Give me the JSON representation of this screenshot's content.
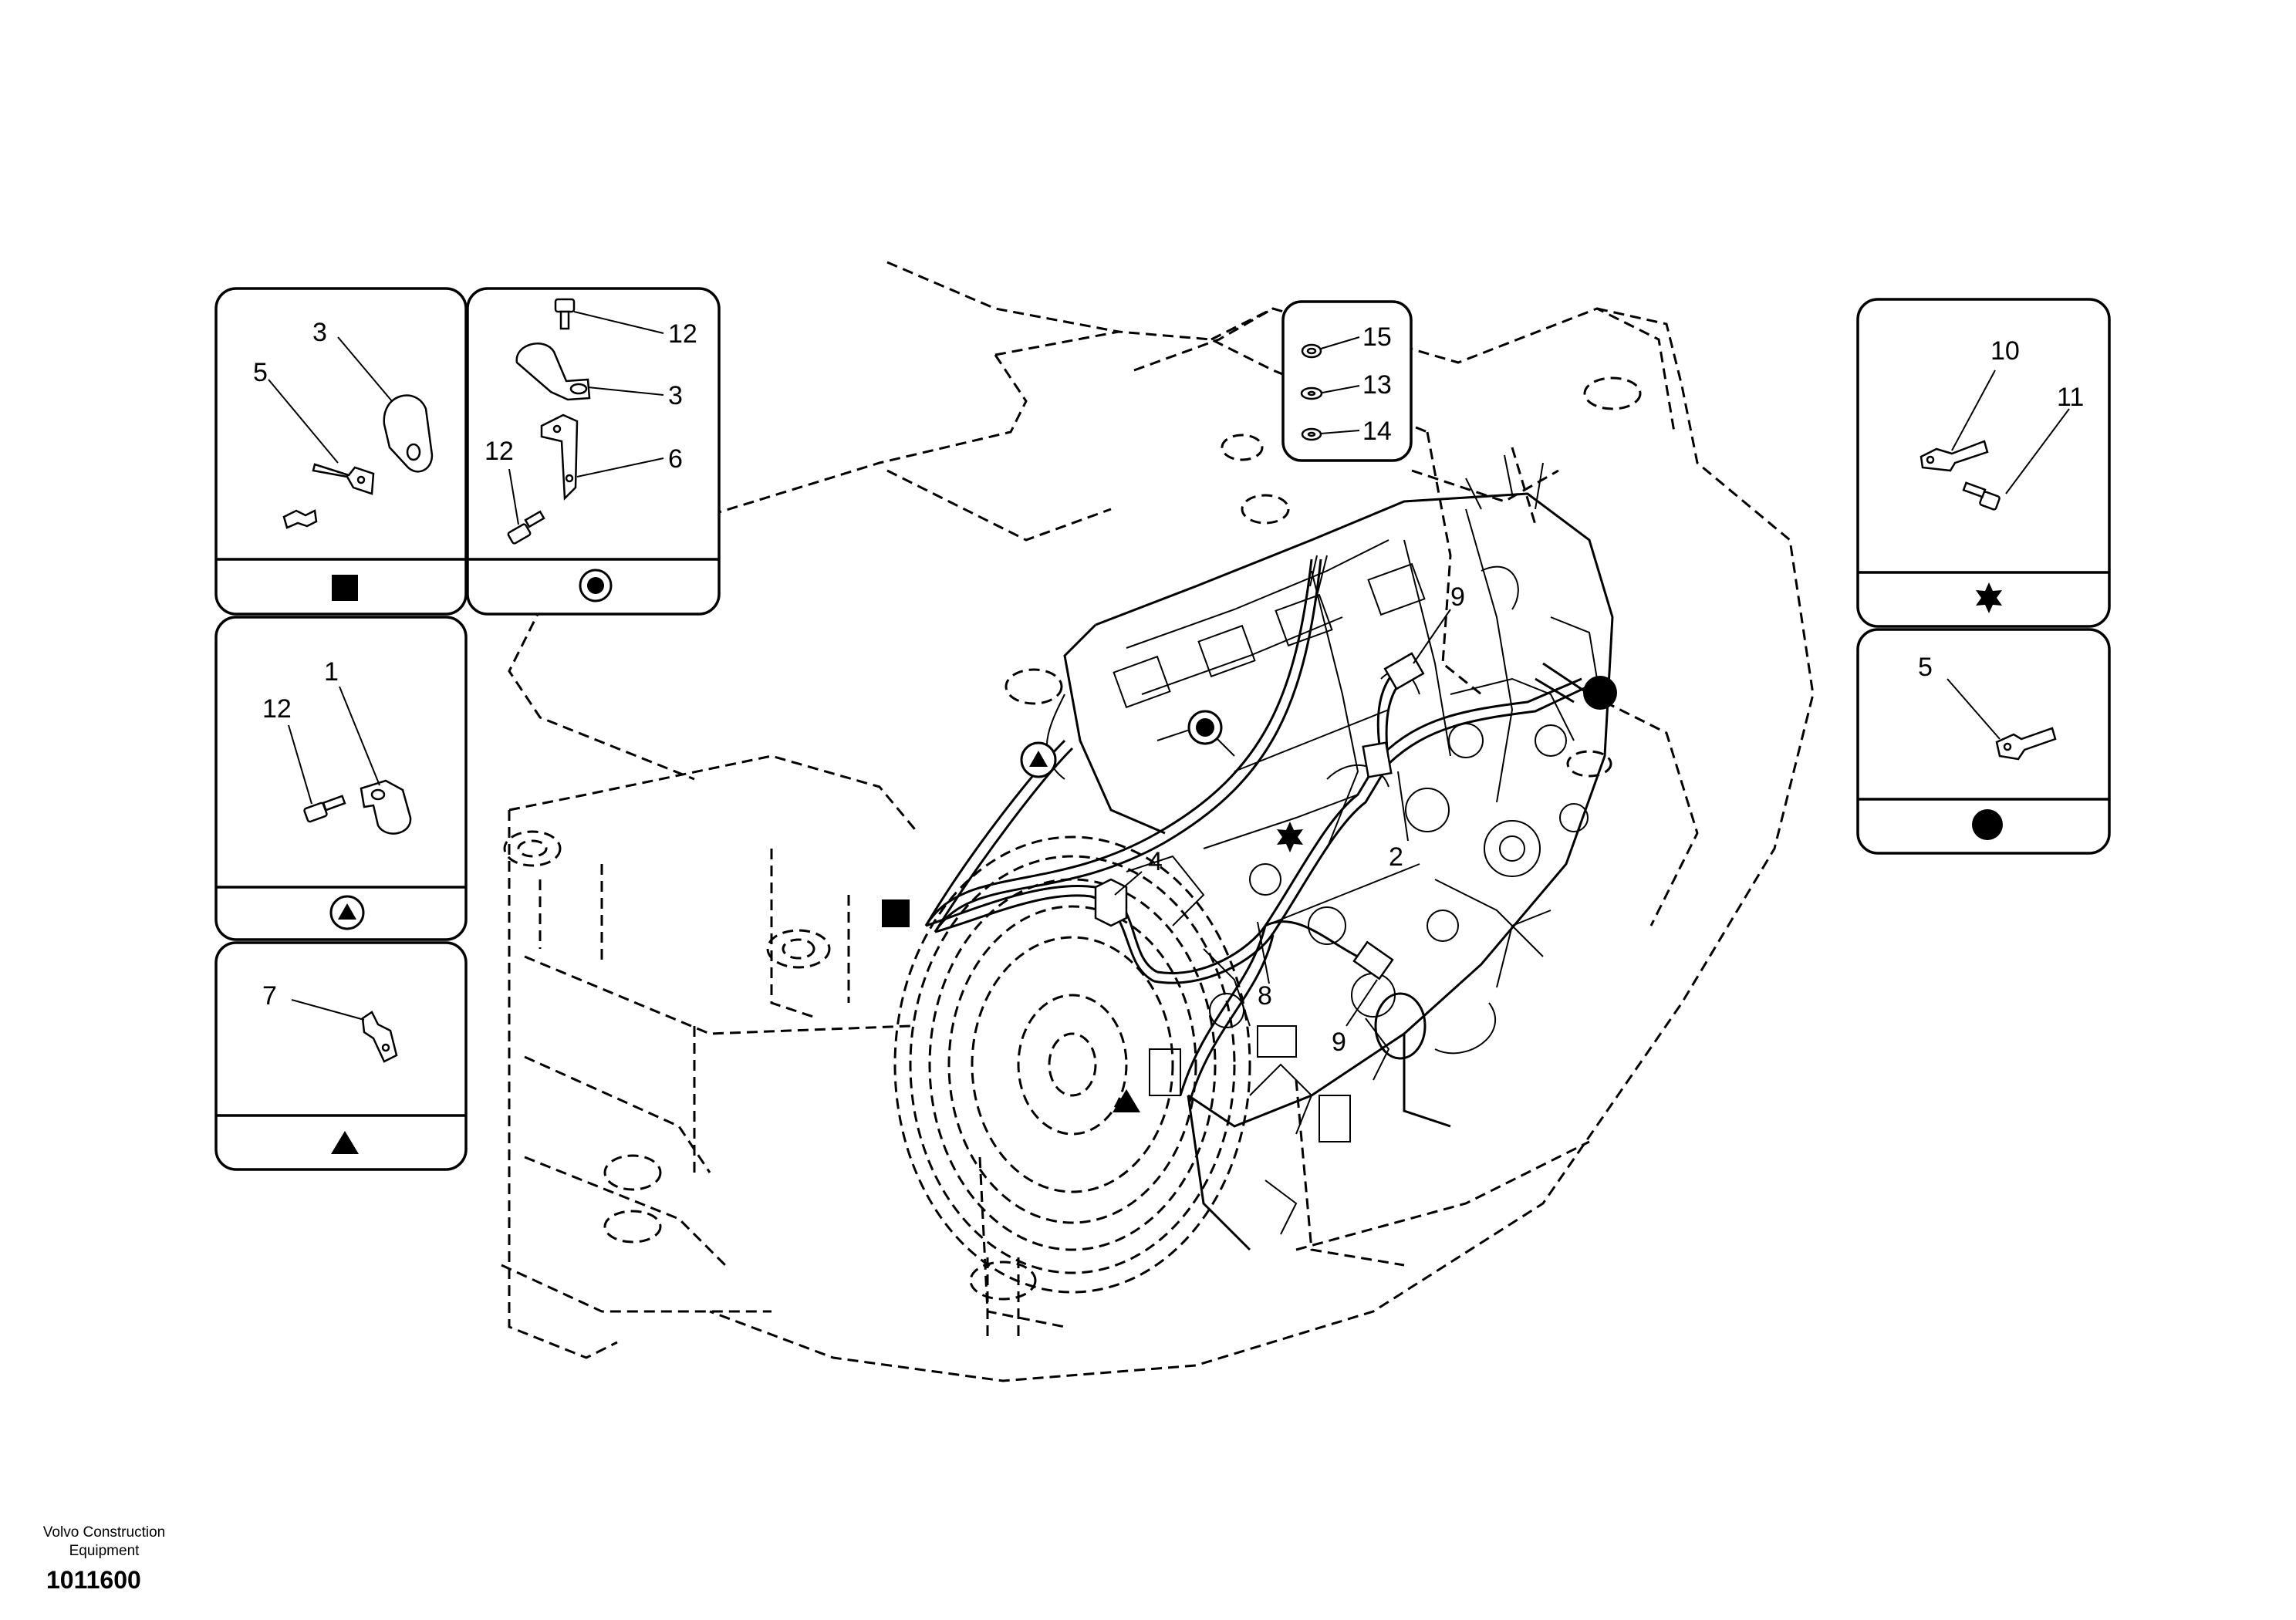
{
  "footer": {
    "brand_line1": "Volvo Construction",
    "brand_line2": "Equipment",
    "doc_number": "1011600"
  },
  "symbols": {
    "square": "filled-square",
    "ring": "circled-dot",
    "ring_triangle": "circled-triangle",
    "triangle": "filled-triangle",
    "star": "six-point-star",
    "dot": "filled-circle"
  },
  "detail_panels": {
    "square": {
      "labels": [
        "3",
        "5"
      ]
    },
    "ring": {
      "labels": [
        "12",
        "3",
        "6",
        "12"
      ]
    },
    "ring_triangle": {
      "labels": [
        "1",
        "12"
      ]
    },
    "triangle": {
      "labels": [
        "7"
      ]
    },
    "star": {
      "labels": [
        "10",
        "11"
      ]
    },
    "dot": {
      "labels": [
        "5"
      ]
    },
    "washers": {
      "labels": [
        "15",
        "13",
        "14"
      ]
    }
  },
  "main_callouts": [
    "9",
    "4",
    "2",
    "8",
    "9"
  ]
}
